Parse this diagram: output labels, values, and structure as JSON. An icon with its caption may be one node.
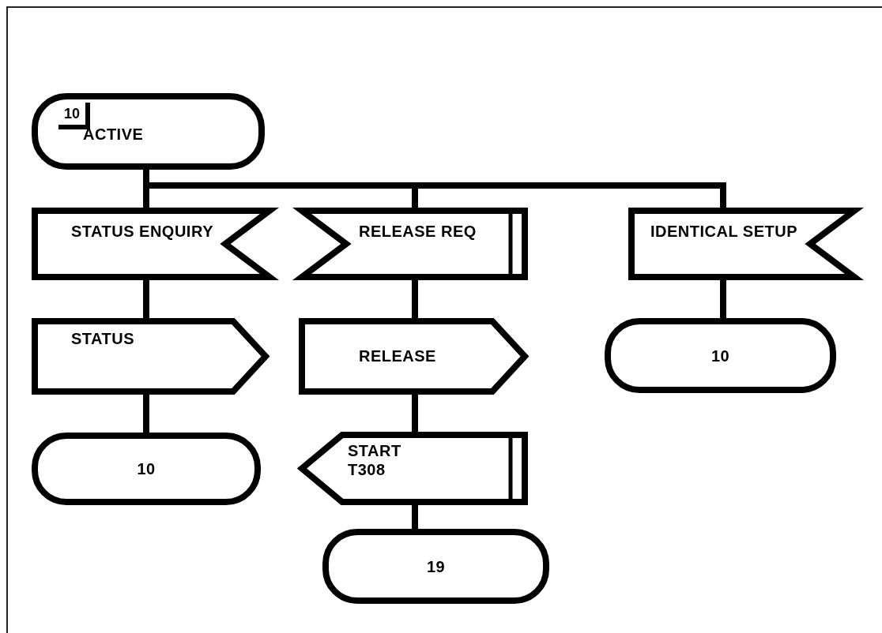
{
  "diagram": {
    "nodes": [
      {
        "text": [
          "10",
          "ACTIVE"
        ]
      },
      {
        "text": [
          "STATUS ENQUIRY"
        ]
      },
      {
        "text": [
          "RELEASE REQ"
        ]
      },
      {
        "text": [
          "IDENTICAL SETUP"
        ]
      },
      {
        "text": [
          "STATUS"
        ]
      },
      {
        "text": [
          "RELEASE"
        ]
      },
      {
        "text": [
          "10"
        ]
      },
      {
        "text": [
          "10"
        ]
      },
      {
        "text": [
          "START T308"
        ]
      },
      {
        "text": [
          "19"
        ]
      }
    ],
    "edges": [
      {
        "from": 0,
        "to": 1,
        "arrow": "none"
      },
      {
        "from": 0,
        "to": 2,
        "arrow": "none"
      },
      {
        "from": 0,
        "to": 3,
        "arrow": "none"
      },
      {
        "from": 1,
        "to": 4,
        "arrow": "none"
      },
      {
        "from": 2,
        "to": 5,
        "arrow": "none"
      },
      {
        "from": 3,
        "to": 6,
        "arrow": "none"
      },
      {
        "from": 4,
        "to": 7,
        "arrow": "none"
      },
      {
        "from": 5,
        "to": 8,
        "arrow": "none"
      },
      {
        "from": 8,
        "to": 9,
        "arrow": "none"
      }
    ]
  }
}
